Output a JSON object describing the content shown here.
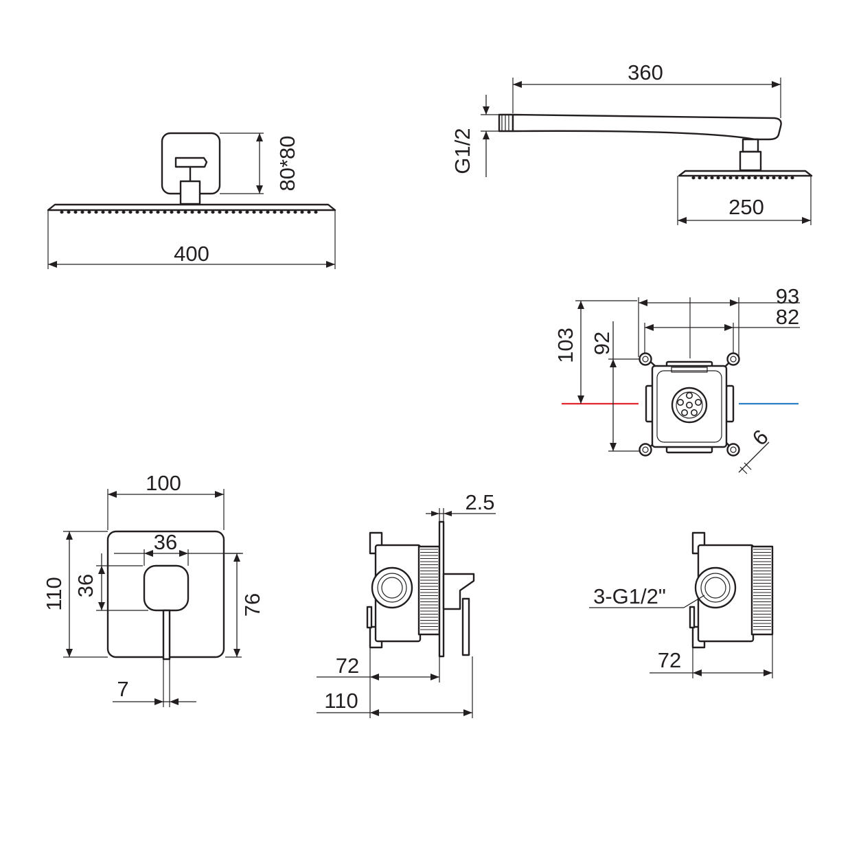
{
  "title": "",
  "views": {
    "shower_head_front": {
      "width_label": "400",
      "flange_label": "80*80"
    },
    "shower_arm_side": {
      "arm_length_label": "360",
      "thread_label": "G1/2",
      "head_depth_label": "250"
    },
    "valve_body_front": {
      "outer_width_label": "93",
      "inner_width_label": "82",
      "outer_height_label": "103",
      "inner_height_label": "92",
      "ear_label": "6"
    },
    "cover_plate_front": {
      "plate_width_label": "100",
      "plate_height_label": "110",
      "handle_width_label": "36",
      "handle_height_label": "36",
      "handle_center_label": "76",
      "lever_label": "7"
    },
    "valve_side_with_trim": {
      "plate_thickness_label": "2.5",
      "body_depth_label": "72",
      "total_depth_label": "110"
    },
    "valve_side_bare": {
      "connection_label": "3-G1/2\"",
      "body_depth_label": "72"
    }
  },
  "colors": {
    "line": "#231f20",
    "hot_inlet": "#e3262d",
    "cold_inlet": "#2c7fc2"
  }
}
